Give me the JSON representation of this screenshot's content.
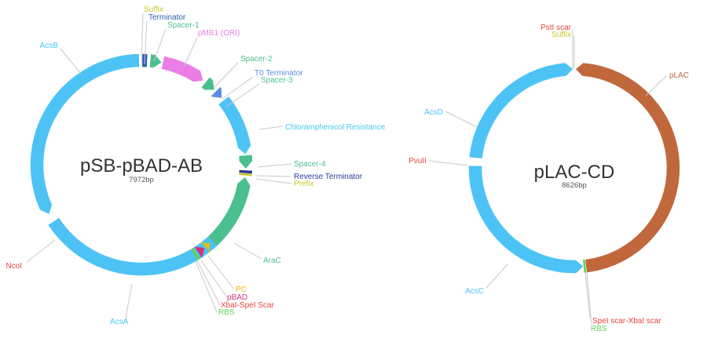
{
  "plasmids": [
    {
      "name": "pSB-pBAD-AB",
      "length": "7972bp",
      "features": [
        {
          "name": "AcsB",
          "color": "#4dc3f5",
          "label_color": "#4dc3f5",
          "kind": "arc"
        },
        {
          "name": "Suffix",
          "color": "#c8c82d",
          "label_color": "#c8c82d",
          "kind": "line"
        },
        {
          "name": "Terminator",
          "color": "#2b5fb4",
          "label_color": "#2b5fb4",
          "kind": "block"
        },
        {
          "name": "Spacer-1",
          "color": "#4cbf8f",
          "label_color": "#4cbf8f",
          "kind": "block"
        },
        {
          "name": "pMB1 (ORI)",
          "color": "#ec7de6",
          "label_color": "#ec7de6",
          "kind": "arc"
        },
        {
          "name": "Spacer-2",
          "color": "#4cbf8f",
          "label_color": "#4cbf8f",
          "kind": "block"
        },
        {
          "name": "T0 Terminator",
          "color": "#5a8de0",
          "label_color": "#5a8de0",
          "kind": "block"
        },
        {
          "name": "Spacer-3",
          "color": "#4cbf8f",
          "label_color": "#4cbf8f",
          "kind": "line"
        },
        {
          "name": "Chloramphenicol Resistance",
          "color": "#4dc3f5",
          "label_color": "#4dc3f5",
          "kind": "arc"
        },
        {
          "name": "Spacer-4",
          "color": "#4cbf8f",
          "label_color": "#4cbf8f",
          "kind": "block"
        },
        {
          "name": "Reverse Terminator",
          "color": "#2b3a9e",
          "label_color": "#2b3a9e",
          "kind": "block"
        },
        {
          "name": "Prefix",
          "color": "#c8c82d",
          "label_color": "#c8c82d",
          "kind": "line"
        },
        {
          "name": "AraC",
          "color": "#4cbf8f",
          "label_color": "#4cbf8f",
          "kind": "arc"
        },
        {
          "name": "PC",
          "color": "#f5b800",
          "label_color": "#f5b800",
          "kind": "block"
        },
        {
          "name": "pBAD",
          "color": "#d6317f",
          "label_color": "#d6317f",
          "kind": "block"
        },
        {
          "name": "XbaI-SpeI Scar",
          "color": "#e8453c",
          "label_color": "#e8453c",
          "kind": "line"
        },
        {
          "name": "RBS",
          "color": "#5fd35f",
          "label_color": "#5fd35f",
          "kind": "line"
        },
        {
          "name": "AcsA",
          "color": "#4dc3f5",
          "label_color": "#4dc3f5",
          "kind": "arc"
        },
        {
          "name": "NcoI",
          "color": "#e8453c",
          "label_color": "#e8453c",
          "kind": "site"
        }
      ]
    },
    {
      "name": "pLAC-CD",
      "length": "8626bp",
      "features": [
        {
          "name": "PstI scar",
          "color": "#e8453c",
          "label_color": "#e8453c",
          "kind": "line"
        },
        {
          "name": "Suffix",
          "color": "#c8c82d",
          "label_color": "#c8c82d",
          "kind": "line"
        },
        {
          "name": "pLAC",
          "color": "#c0683c",
          "label_color": "#c0683c",
          "kind": "arc"
        },
        {
          "name": "AcsD",
          "color": "#4dc3f5",
          "label_color": "#4dc3f5",
          "kind": "arc"
        },
        {
          "name": "PvuII",
          "color": "#e8453c",
          "label_color": "#e8453c",
          "kind": "site"
        },
        {
          "name": "AcsC",
          "color": "#4dc3f5",
          "label_color": "#4dc3f5",
          "kind": "arc"
        },
        {
          "name": "SpeI scar-XbaI scar",
          "color": "#e8453c",
          "label_color": "#e8453c",
          "kind": "line"
        },
        {
          "name": "RBS",
          "color": "#5fd35f",
          "label_color": "#5fd35f",
          "kind": "line"
        }
      ]
    }
  ]
}
